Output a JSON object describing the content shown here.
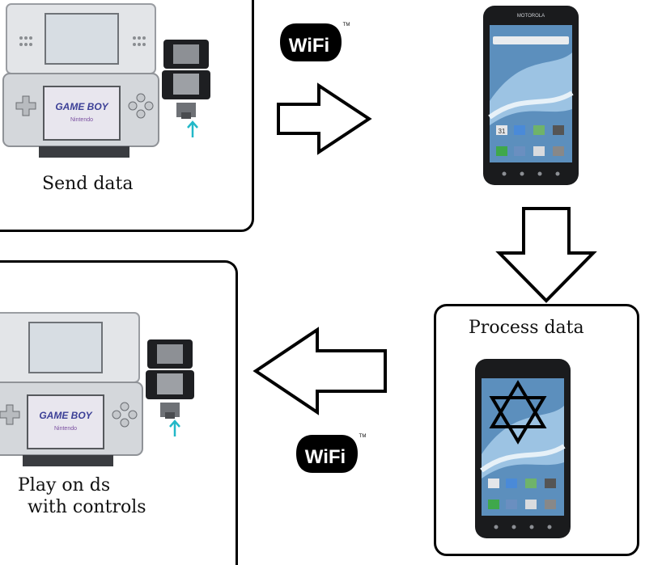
{
  "diagram": {
    "steps": {
      "send": {
        "label": "Send data"
      },
      "process": {
        "label": "Process data"
      },
      "play": {
        "line1": "Play on ds",
        "line2": "with controls"
      }
    },
    "wifi_badges": [
      {
        "text": "WiFi",
        "tm": "TM"
      },
      {
        "text": "WiFi",
        "tm": "TM"
      }
    ],
    "handheld": {
      "screen_text": "GAME BOY",
      "brand_text": "Nintendo"
    },
    "phone": {
      "brand_text": "MOTOROLA",
      "calendar_text": "31"
    },
    "colors": {
      "stroke": "#000000",
      "device_silver": "#d9dbde",
      "connector_arrow": "#22b8c8"
    }
  }
}
